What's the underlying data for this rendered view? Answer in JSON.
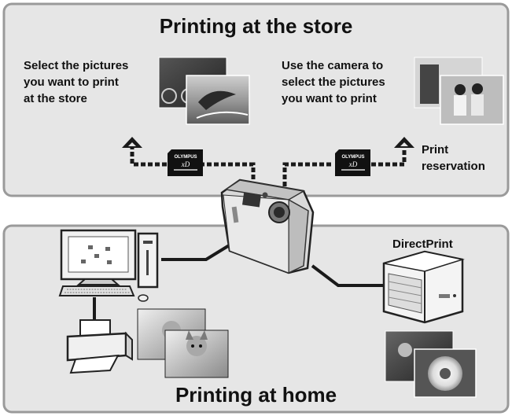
{
  "store": {
    "title": "Printing at the store",
    "caption_left": [
      "Select the pictures",
      "you want to print",
      "at the store"
    ],
    "caption_right": [
      "Use the camera to",
      "select the pictures",
      "you want to print"
    ],
    "print_reservation": [
      "Print",
      "reservation"
    ],
    "card_brand": "OLYMPUS",
    "card_type": "xD"
  },
  "home": {
    "title": "Printing at home",
    "directprint_label": "DirectPrint"
  },
  "colors": {
    "panel_fill": "#e6e6e6",
    "panel_border": "#9a9a9a",
    "connector": "#1a1a1a"
  },
  "icons": [
    "up-arrow-icon",
    "memory-card-icon",
    "camera-icon",
    "computer-icon",
    "printer-icon",
    "photo-printer-icon"
  ]
}
